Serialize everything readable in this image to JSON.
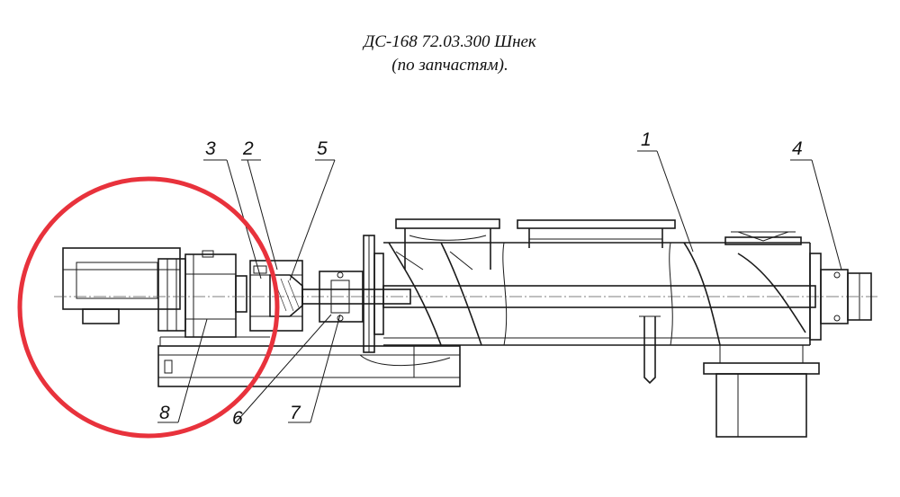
{
  "title": {
    "line1": "ДС-168 72.03.300 Шнек",
    "line2": "(по запчастям)."
  },
  "callouts": [
    {
      "id": "1",
      "text": "1"
    },
    {
      "id": "2",
      "text": "2"
    },
    {
      "id": "3",
      "text": "3"
    },
    {
      "id": "4",
      "text": "4"
    },
    {
      "id": "5",
      "text": "5"
    },
    {
      "id": "6",
      "text": "6"
    },
    {
      "id": "7",
      "text": "7"
    },
    {
      "id": "8",
      "text": "8"
    }
  ],
  "colors": {
    "highlight_circle": "#e8323c",
    "drawing": "#1a1a1a"
  }
}
